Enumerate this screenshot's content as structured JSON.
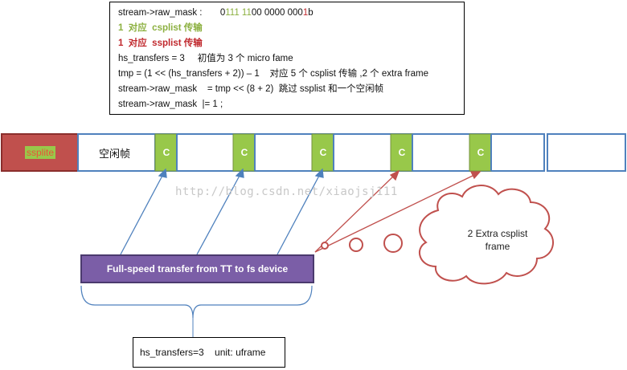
{
  "code": {
    "line1_prefix": "stream->raw_mask :       0",
    "line1_green": "111 11",
    "line1_mid": "00 0000 000",
    "line1_red": "1",
    "line1_suffix": "b",
    "line2": "1  对应  csplist 传输",
    "line3": "1  对应  ssplist 传输",
    "line4": "hs_transfers = 3     初值为 3 个 micro fame",
    "line5": "tmp = (1 << (hs_transfers + 2)) – 1    对应 5 个 csplist 传输 ,2 个 extra frame",
    "line6": "stream->raw_mask    = tmp << (8 + 2)  跳过 ssplist 和一个空闲帧",
    "line7": "stream->raw_mask  |= 1 ;"
  },
  "frame_bar": {
    "ssplit_label": "ssplite",
    "idle_label": "空闲帧",
    "c_label": "C",
    "c_count": 5,
    "colors": {
      "ssplit": "#c0504d",
      "c_slot": "#98c84a",
      "border": "#4f81bd",
      "arrow_blue": "#4f81bd",
      "arrow_red": "#c0504d"
    }
  },
  "watermark": "http://blog.csdn.net/xiaojsj111",
  "fs_transfer_label": "Full-speed transfer from TT to fs device",
  "cloud_label_line1": "2 Extra csplist",
  "cloud_label_line2": "frame",
  "unit_label": "hs_transfers=3    unit: uframe"
}
